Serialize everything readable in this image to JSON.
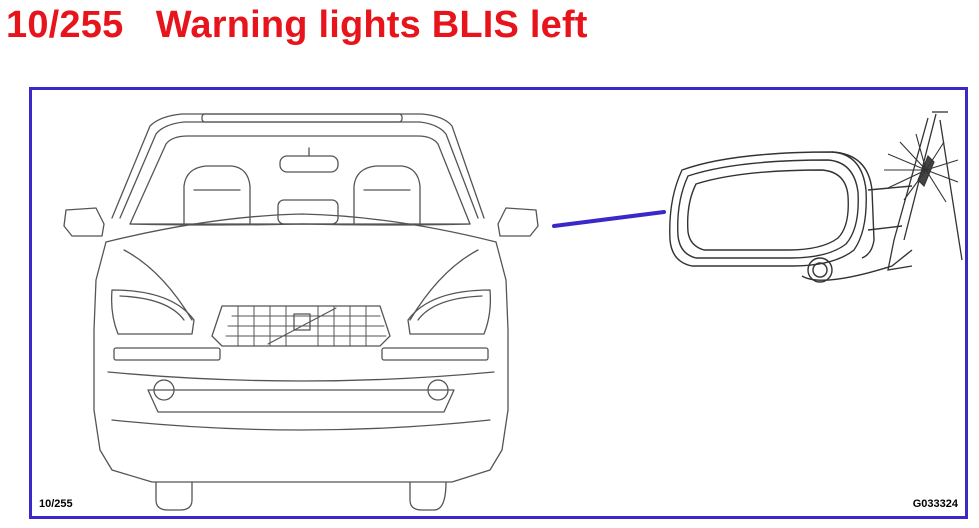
{
  "header": {
    "page_number": "10/255",
    "title": "Warning lights BLIS left",
    "title_color": "#e8141c"
  },
  "figure": {
    "border_color": "#3a28c8",
    "pointer_color": "#3a28c8",
    "page_code": "10/255",
    "image_code": "G033324",
    "icons": [
      "car-front-view",
      "side-mirror",
      "blis-warning-light"
    ]
  }
}
